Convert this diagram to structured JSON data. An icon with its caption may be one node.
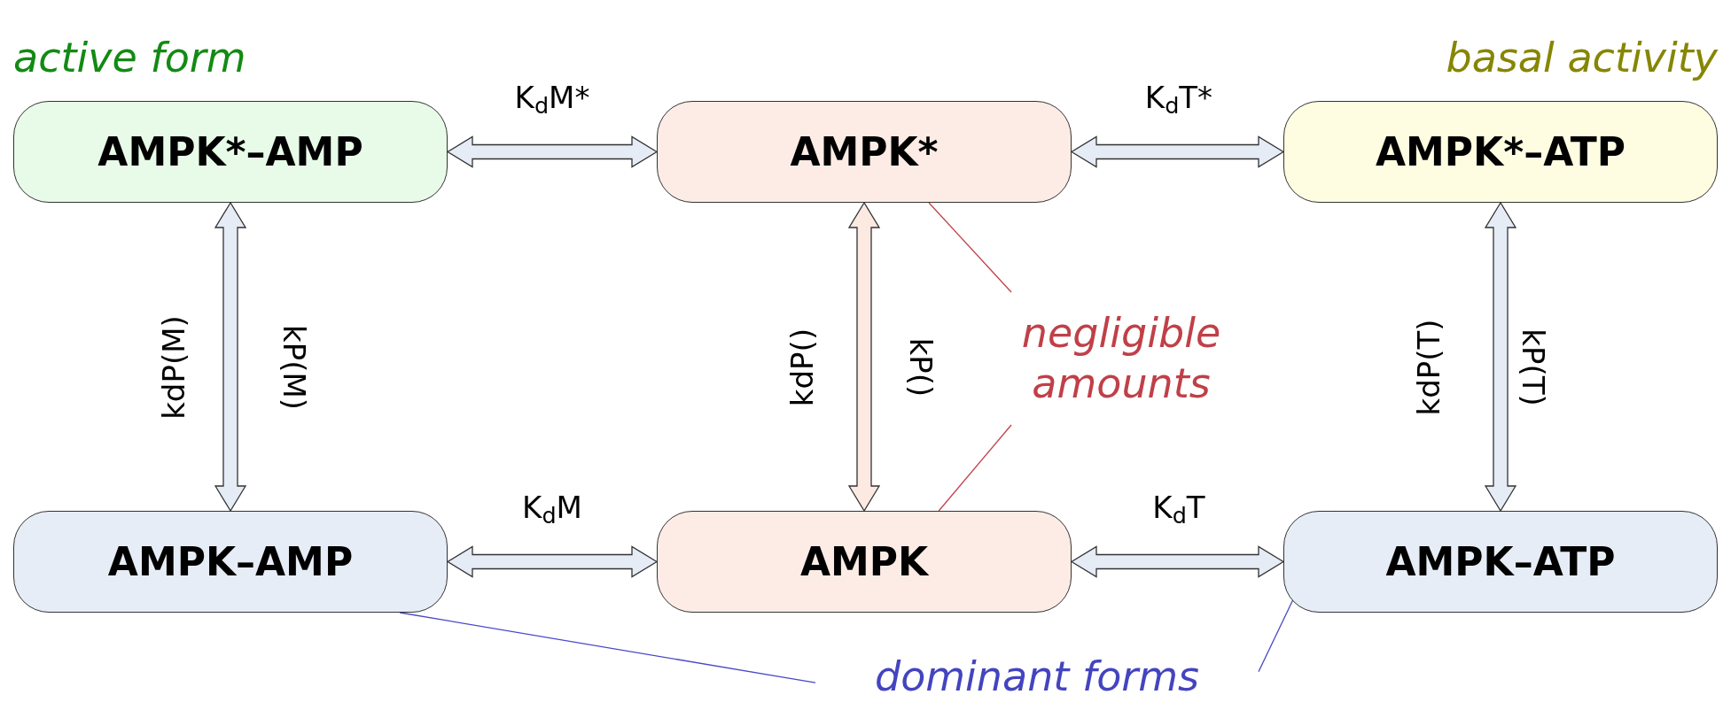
{
  "diagram": {
    "nodes": [
      {
        "text": [
          "AMPK*–AMP"
        ],
        "beside": [
          "active form"
        ]
      },
      {
        "text": [
          "AMPK*"
        ]
      },
      {
        "text": [
          "AMPK*–ATP"
        ],
        "beside": [
          "basal activity"
        ]
      },
      {
        "text": [
          "AMPK–AMP"
        ]
      },
      {
        "text": [
          "AMPK"
        ]
      },
      {
        "text": [
          "AMPK–ATP"
        ]
      },
      {
        "text": [
          "negligible amounts"
        ]
      },
      {
        "text": [
          "dominant forms"
        ]
      }
    ],
    "edges": [
      {
        "from": 0,
        "to": 1,
        "arrow": "both",
        "label": "K$_{d}$M*"
      },
      {
        "from": 1,
        "to": 2,
        "arrow": "both",
        "label": "K$_{d}$T*"
      },
      {
        "from": 0,
        "to": 3,
        "arrow": "both",
        "label": "kdP(M)"
      },
      {
        "from": 1,
        "to": 4,
        "arrow": "both",
        "label": "kdP()",
        "color": "#fce9e2"
      },
      {
        "from": 2,
        "to": 5,
        "arrow": "both",
        "label": "kdP(T)"
      },
      {
        "from": 3,
        "to": 4,
        "arrow": "both",
        "label": "K$_{d}$M"
      },
      {
        "from": 4,
        "to": 5,
        "arrow": "both",
        "label": "K$_{d}$T"
      },
      {
        "from": 6,
        "to": 1,
        "arrow": "none",
        "color": "#c04048"
      },
      {
        "from": 6,
        "to": 4,
        "arrow": "none",
        "color": "#c04048"
      },
      {
        "from": 7,
        "to": 3,
        "arrow": "none",
        "color": "#4848c8"
      },
      {
        "from": 7,
        "to": 5,
        "arrow": "none",
        "color": "#4848c8"
      }
    ],
    "labels": [
      "kP(M)",
      "kP()",
      "kP(T)"
    ]
  }
}
